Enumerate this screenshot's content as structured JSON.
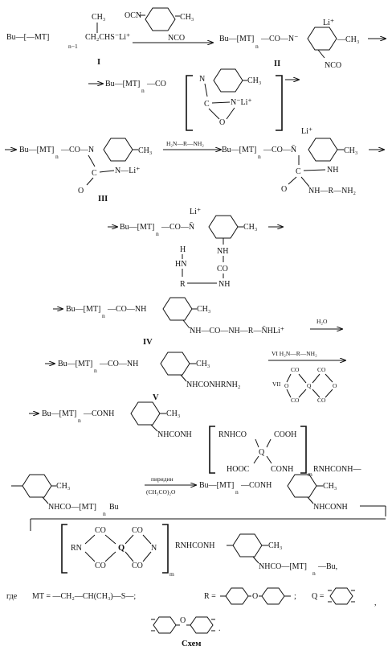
{
  "reactants": {
    "r1_chain": "Bu—[—MT]",
    "r1_sub": "n−1",
    "r1_tail": "CH₂CHS⁻Li⁺",
    "r1_ch3": "CH₃",
    "label_I": "I",
    "ocn": "OCN",
    "r1_reagent_ch3": "CH₃",
    "nco": "NCO"
  },
  "compound_II": {
    "chain": "Bu—[MT]",
    "sub": "n",
    "tail": "—CO—N⁻",
    "li": "Li⁺",
    "ch3": "—CH₃",
    "nco": "NCO",
    "label": "II"
  },
  "intermediate_1": {
    "chain": "Bu—[MT]",
    "sub": "n",
    "tail": "—CO",
    "n": "N",
    "ch3": "CH₃",
    "c": "C",
    "nli": "N⁻Li⁺",
    "o": "O"
  },
  "compound_III": {
    "chain": "Bu—[MT]",
    "sub": "n",
    "tail": "—CO—N",
    "ch3": "CH₃",
    "c": "C",
    "nli": "N—Li⁺",
    "o": "O",
    "label": "III",
    "reagent": "H₂N—R—NH₂",
    "p_chain": "Bu—[MT]",
    "p_sub": "n",
    "p_tail": "—CO—N̄",
    "p_li": "Li⁺",
    "p_ch3": "CH₃",
    "p_c": "C",
    "p_nh": "NH",
    "p_o": "O",
    "p_side": "NH—R—NH₂"
  },
  "intermediate_2": {
    "li": "Li⁺",
    "chain": "Bu—[MT]",
    "sub": "n",
    "tail": "—CO—N̄",
    "ch3": "CH₃",
    "nh1": "NH",
    "h": "H",
    "co": "CO",
    "hn": "HN",
    "r": "R",
    "nh2": "NH"
  },
  "compound_IV": {
    "chain": "Bu—[MT]",
    "sub": "n",
    "tail": "—CO—NH",
    "ch3": "CH₃",
    "side": "NH—CO—NH—R—N̄HLi⁺",
    "reagent": "H₂O",
    "label": "IV"
  },
  "compound_V": {
    "chain": "Bu—[MT]",
    "sub": "n",
    "tail": "—CO—NH",
    "ch3": "CH₃",
    "side": "NHCONHRNH₂",
    "label": "V",
    "reagent_vi": "VI H₂N—R—NH₂",
    "reagent_vii": "VII",
    "co": "CO",
    "o": "O",
    "q": "Q"
  },
  "polymer_a": {
    "chain": "Bu—[MT]",
    "sub": "n",
    "tail": "—CONH",
    "ch3": "CH₃",
    "nhconh": "NHCONH",
    "rnhco": "RNHCO",
    "cooh": "COOH",
    "hooc": "HOOC",
    "conh": "CONH",
    "q": "Q",
    "m": "m",
    "rest": "RNHCONH—"
  },
  "polymer_b": {
    "ch3": "CH₃",
    "nhco": "NHCO—[MT]",
    "sub": "n",
    "bu": "Bu",
    "cond1": "пиридин",
    "cond2": "(CH₃CO)₂O",
    "p_chain": "Bu—[MT]",
    "p_sub": "n",
    "p_tail": "—CONH",
    "p_ch3": "CH₃",
    "p_nhconh": "NHCONH"
  },
  "polymer_c": {
    "co": "CO",
    "rn": "RN",
    "n": "N",
    "q": "Q",
    "m": "m",
    "rest": "RNHCONH",
    "ch3": "CH₃",
    "end": "NHCO—[MT]",
    "sub": "n",
    "bu": "—Bu,"
  },
  "legend": {
    "where": "где",
    "mt": "MT = —CH₂—CH(CH₃)—S—;",
    "r_label": "R =",
    "o": "O",
    "q_label": "Q =",
    "caption": "Схем"
  }
}
